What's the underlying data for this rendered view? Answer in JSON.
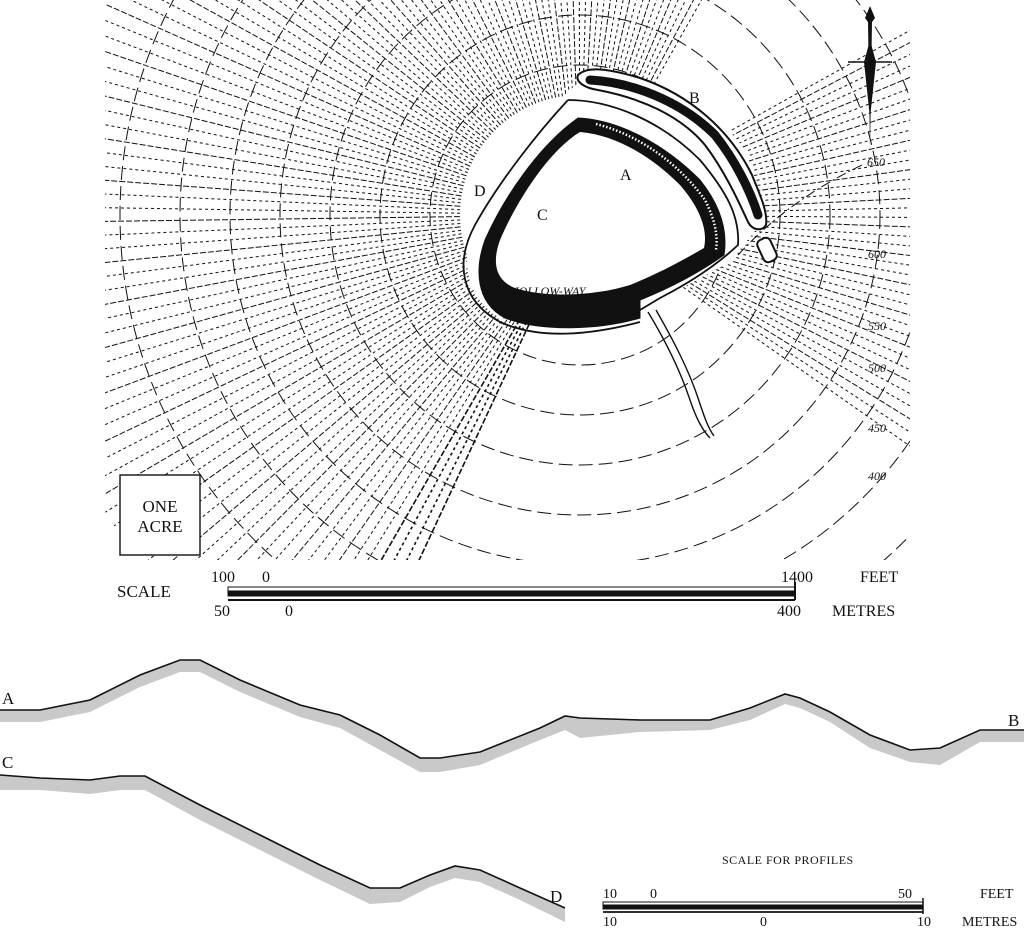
{
  "plan": {
    "letters": {
      "a": "A",
      "b": "B",
      "c": "C",
      "d": "D"
    },
    "hollow_way": "HOLLOW-WAY",
    "acre_box": {
      "line1": "ONE",
      "line2": "ACRE"
    },
    "contours": [
      "650",
      "600",
      "550",
      "500",
      "450",
      "400"
    ]
  },
  "scale": {
    "label": "SCALE",
    "feet": {
      "left": "100",
      "zero": "0",
      "right": "1400",
      "unit": "FEET"
    },
    "metres": {
      "left": "50",
      "zero": "0",
      "right": "400",
      "unit": "METRES"
    }
  },
  "profiles": {
    "ab": {
      "start": "A",
      "end": "B"
    },
    "cd": {
      "start": "C",
      "end": "D"
    },
    "scale_title": "SCALE FOR PROFILES",
    "feet": {
      "left": "10",
      "zero": "0",
      "right": "50",
      "unit": "FEET"
    },
    "metres": {
      "left": "10",
      "zero": "0",
      "right": "10",
      "unit": "METRES"
    }
  },
  "colors": {
    "ink": "#111111",
    "paper": "#ffffff"
  }
}
